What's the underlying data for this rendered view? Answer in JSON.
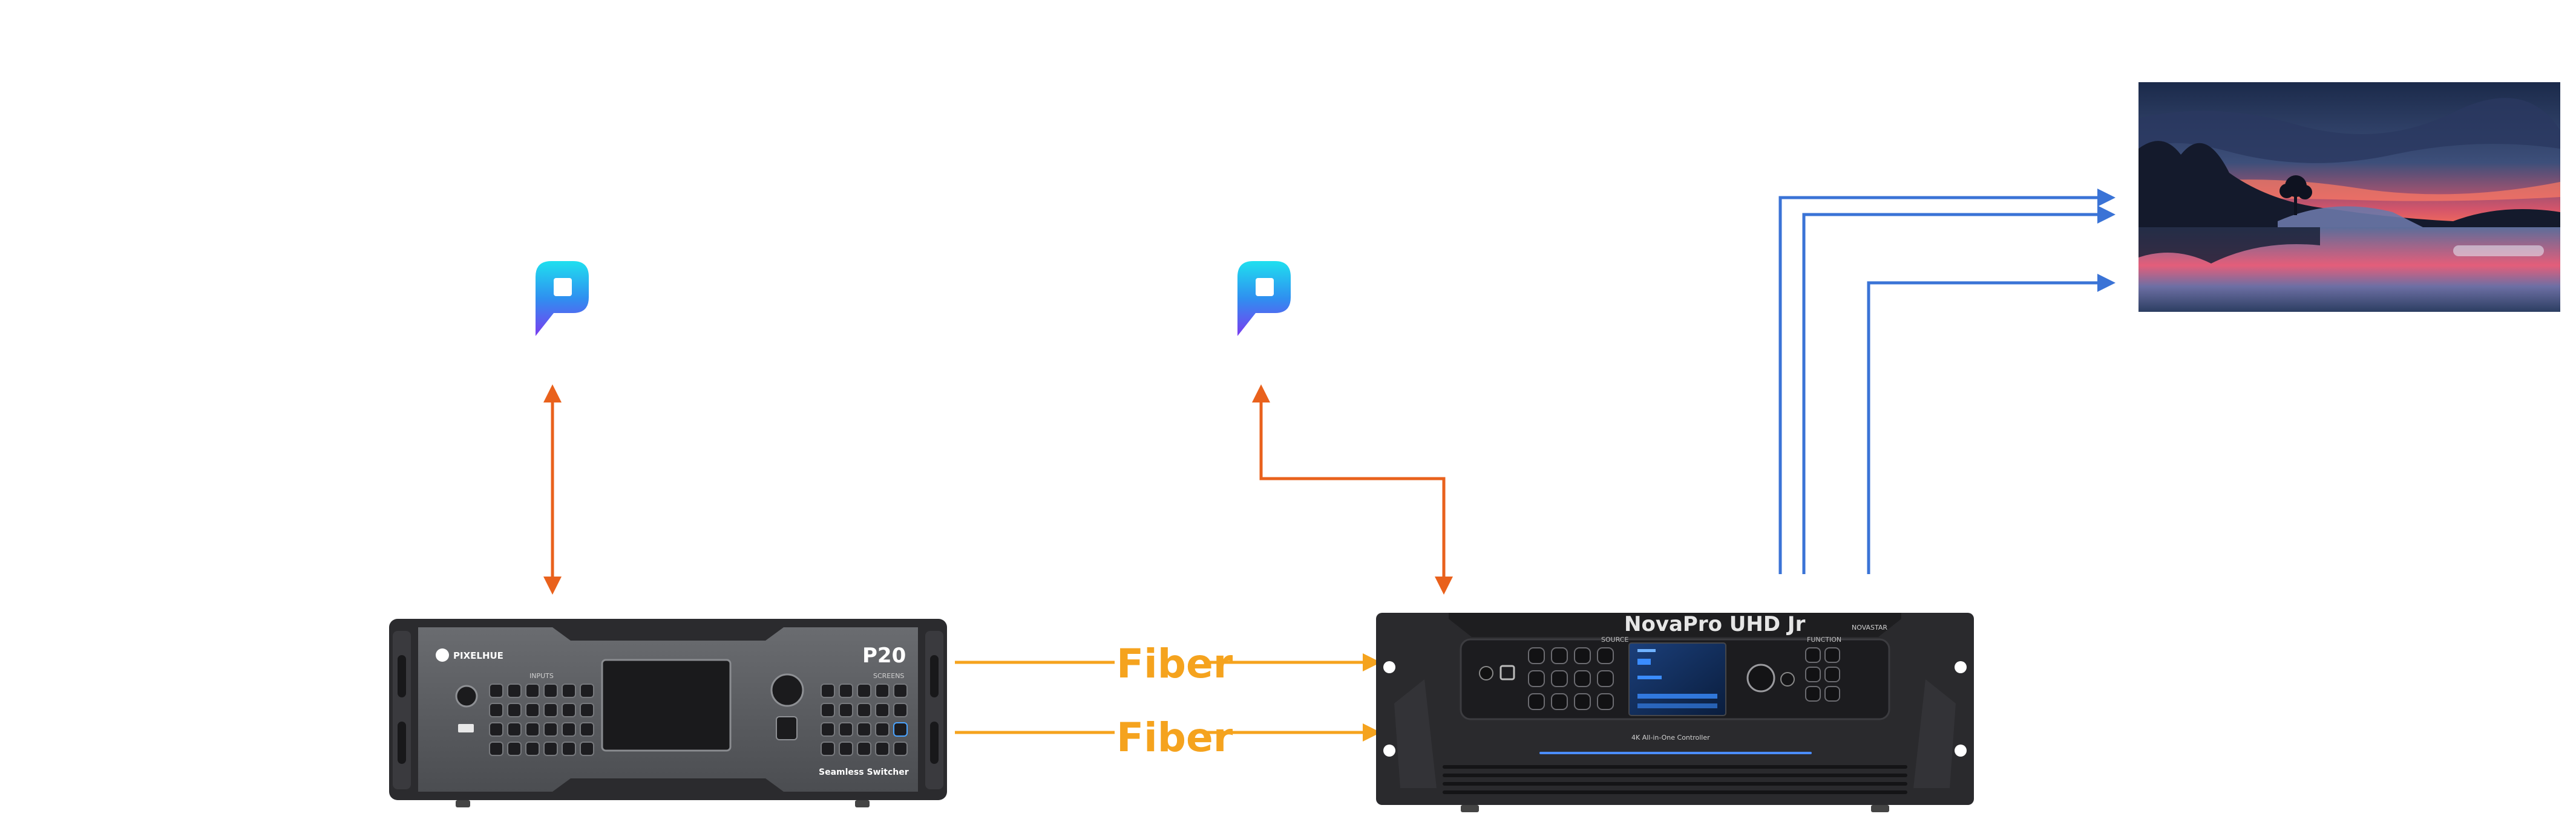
{
  "colors": {
    "fiber": "#f5a31e",
    "control": "#e9611c",
    "hdmi": "#3a73d6",
    "logo_top": "#1fd3ee",
    "logo_bottom": "#7a3cf0",
    "device_body": "#2b2b2e",
    "device_panel": "#5a5c60"
  },
  "icons": {
    "software_logo": "p-logo-icon"
  },
  "links": {
    "fiber_1": "Fiber",
    "fiber_2": "Fiber"
  },
  "devices": {
    "switcher": {
      "brand": "PIXELHUE",
      "model": "P20",
      "subtitle": "Seamless Switcher",
      "section_left": "INPUTS",
      "section_right": "SCREENS"
    },
    "controller": {
      "model": "NovaPro UHD Jr",
      "brand": "NOVASTAR",
      "subtitle": "4K All-in-One Controller",
      "section_left": "SOURCE",
      "section_right": "FUNCTION"
    }
  },
  "display": {
    "image": "sunset-lake-scene"
  }
}
